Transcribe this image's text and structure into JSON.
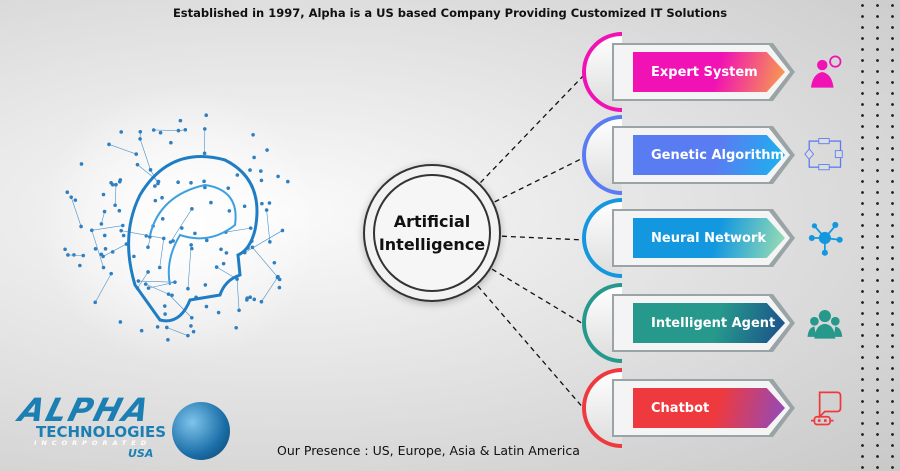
{
  "header": {
    "tagline": "Established in 1997, Alpha is a US based Company Providing Customized IT Solutions"
  },
  "footer": {
    "presence": "Our Presence : US, Europe, Asia & Latin America"
  },
  "center": {
    "line1": "Artificial",
    "line2": "Intelligence"
  },
  "logo": {
    "name": "ALPHA",
    "line2": "TECHNOLOGIES",
    "line3": "INCORPORATED",
    "line4": "USA"
  },
  "items": [
    {
      "label": "Expert System",
      "color": "#f012b4",
      "gradient_end": "#f7a24a",
      "icon": "expert-user-icon"
    },
    {
      "label": "Genetic Algorithm",
      "color": "#5a7cf2",
      "gradient_end": "#17b5ee",
      "icon": "flowchart-icon"
    },
    {
      "label": "Neural Network",
      "color": "#1398e0",
      "gradient_end": "#9ee0b0",
      "icon": "network-node-icon"
    },
    {
      "label": "Intelligent Agent",
      "color": "#26998c",
      "gradient_end": "#1b4f8a",
      "icon": "group-users-icon"
    },
    {
      "label": "Chatbot",
      "color": "#ee3a3f",
      "gradient_end": "#8e4bbf",
      "icon": "chatbot-icon"
    }
  ]
}
